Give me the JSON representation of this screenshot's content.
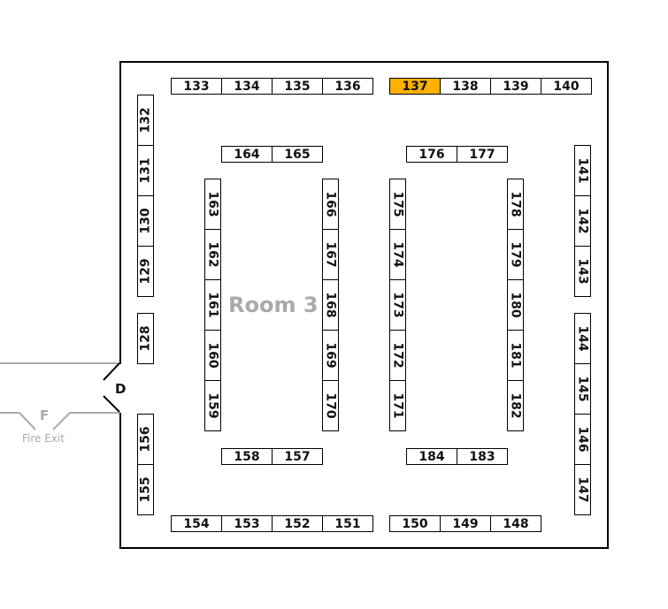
{
  "room_label": "Room 3",
  "door_label": "D",
  "fire_exit": {
    "letter": "F",
    "label": "Fire Exit"
  },
  "highlight_color": "#FFB000",
  "highlighted_booth": "137",
  "booth_groups": {
    "top_left": [
      "133",
      "134",
      "135",
      "136"
    ],
    "top_right": [
      "137",
      "138",
      "139",
      "140"
    ],
    "left_upper": [
      "132",
      "131",
      "130",
      "129"
    ],
    "left_single": [
      "128"
    ],
    "left_lower": [
      "156",
      "155"
    ],
    "inner_top_left": [
      "164",
      "165"
    ],
    "inner_top_right": [
      "176",
      "177"
    ],
    "col_a": [
      "163",
      "162",
      "161",
      "160",
      "159"
    ],
    "col_b": [
      "166",
      "167",
      "168",
      "169",
      "170"
    ],
    "col_c": [
      "175",
      "174",
      "173",
      "172",
      "171"
    ],
    "col_d": [
      "178",
      "179",
      "180",
      "181",
      "182"
    ],
    "right_upper": [
      "141",
      "142",
      "143"
    ],
    "right_lower": [
      "144",
      "145",
      "146",
      "147"
    ],
    "inner_bottom_left": [
      "158",
      "157"
    ],
    "inner_bottom_right": [
      "184",
      "183"
    ],
    "bottom_left": [
      "154",
      "153",
      "152",
      "151"
    ],
    "bottom_right": [
      "150",
      "149",
      "148"
    ]
  }
}
